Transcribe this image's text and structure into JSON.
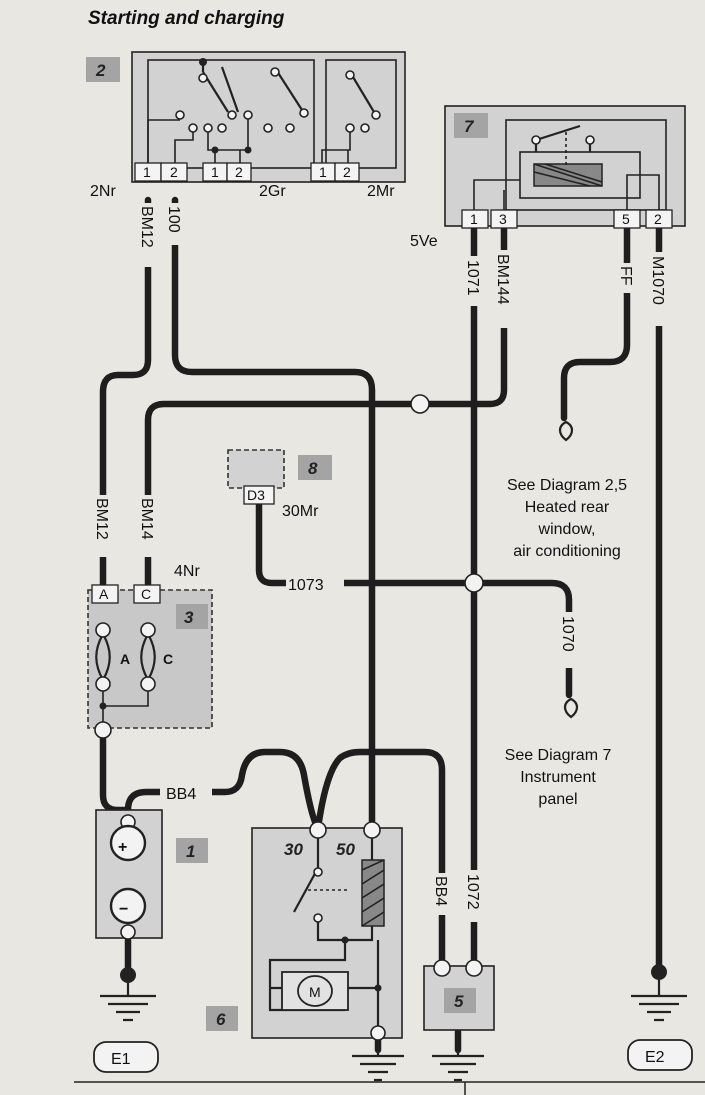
{
  "title": "Starting and charging",
  "components": {
    "c1": "1",
    "c2": "2",
    "c3": "3",
    "c5": "5",
    "c6": "6",
    "c7": "7",
    "c8": "8"
  },
  "connectors": {
    "c2_a": "2Nr",
    "c2_b": "2Gr",
    "c2_c": "2Mr",
    "c3": "4Nr",
    "c7": "5Ve",
    "c8": "30Mr"
  },
  "pins": {
    "p1": "1",
    "p2": "2",
    "p3": "1",
    "p4": "2",
    "p5": "1",
    "p6": "2",
    "p7_1": "1",
    "p7_3": "3",
    "p7_5": "5",
    "p7_2": "2",
    "fuse_a": "A",
    "fuse_c": "C",
    "fuse_a_in": "A",
    "fuse_c_in": "C",
    "relay_d3": "D3",
    "starter_30": "30",
    "starter_50": "50",
    "motor": "M",
    "plus": "+",
    "minus": "−"
  },
  "wires": {
    "bm12_top": "BM12",
    "w100": "100",
    "w1071": "1071",
    "bm144": "BM144",
    "ff": "FF",
    "m1070": "M1070",
    "bm12_mid": "BM12",
    "bm14": "BM14",
    "w1073": "1073",
    "w1070": "1070",
    "bb4_left": "BB4",
    "bb4_right": "BB4",
    "w1072": "1072"
  },
  "notes": {
    "diag25": [
      "See Diagram 2,5",
      "Heated rear",
      "window,",
      "air conditioning"
    ],
    "diag7": [
      "See Diagram 7",
      "Instrument",
      "panel"
    ]
  },
  "earths": {
    "e1": "E1",
    "e2": "E2"
  }
}
